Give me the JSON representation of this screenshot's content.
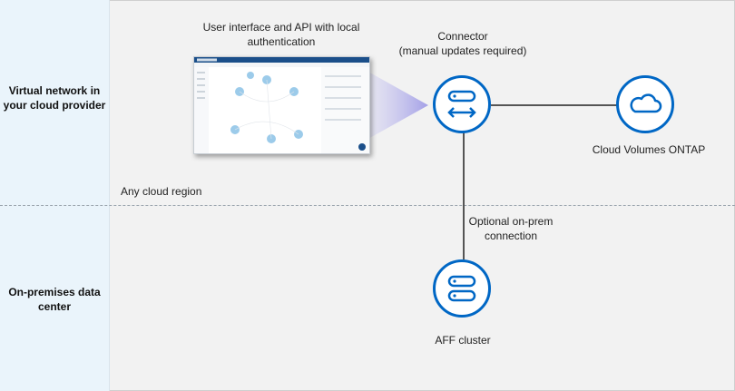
{
  "zones": {
    "cloud_label": "Virtual network in your cloud provider",
    "onprem_label": "On-premises data center",
    "region_label": "Any cloud region"
  },
  "ui_caption": "User interface and API with local authentication",
  "connector": {
    "label": "Connector",
    "sublabel": "(manual updates required)",
    "icon": "arrows-icon"
  },
  "cvo": {
    "label": "Cloud Volumes ONTAP",
    "icon": "cloud-icon"
  },
  "onprem_link": {
    "label": "Optional on-prem connection"
  },
  "aff": {
    "label": "AFF cluster",
    "icon": "storage-disks-icon"
  },
  "colors": {
    "accent": "#0067c5",
    "left_band": "#eaf4fb",
    "background": "#f2f2f2",
    "beam": "#c8c6f0"
  }
}
